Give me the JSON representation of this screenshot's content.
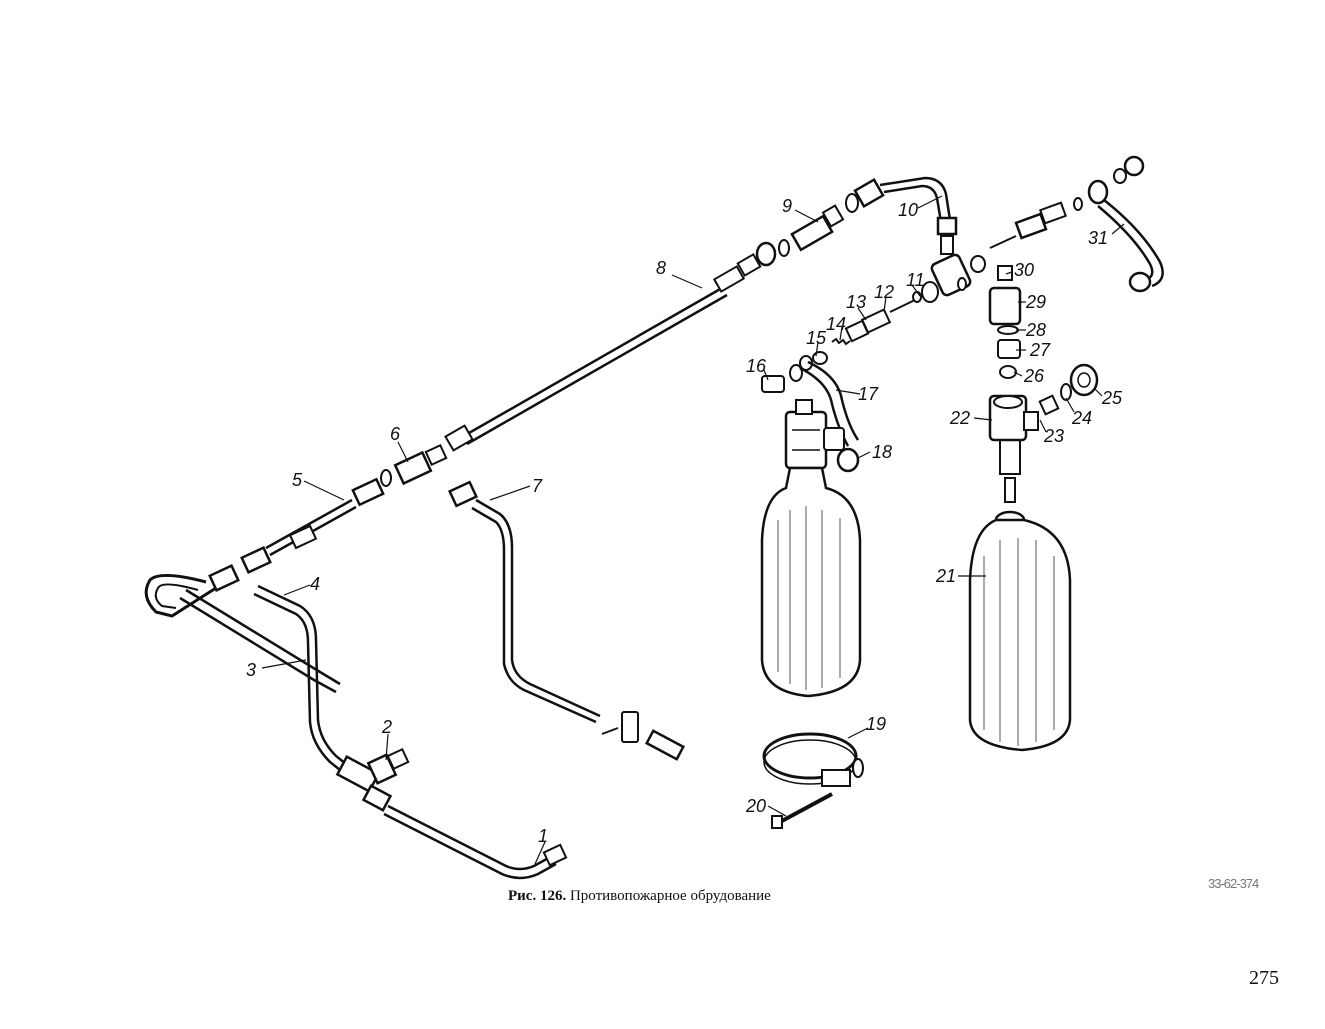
{
  "figure": {
    "caption_lead": "Рис. 126.",
    "caption_text": "Противопожарное обрудование",
    "stamp": "33-62-374",
    "page_number": "275"
  },
  "callouts": [
    "1",
    "2",
    "3",
    "4",
    "5",
    "6",
    "7",
    "8",
    "9",
    "10",
    "11",
    "12",
    "13",
    "14",
    "15",
    "16",
    "17",
    "18",
    "19",
    "20",
    "21",
    "22",
    "23",
    "24",
    "25",
    "26",
    "27",
    "28",
    "29",
    "30",
    "31"
  ],
  "colors": {
    "ink": "#111111",
    "paper": "#ffffff"
  }
}
